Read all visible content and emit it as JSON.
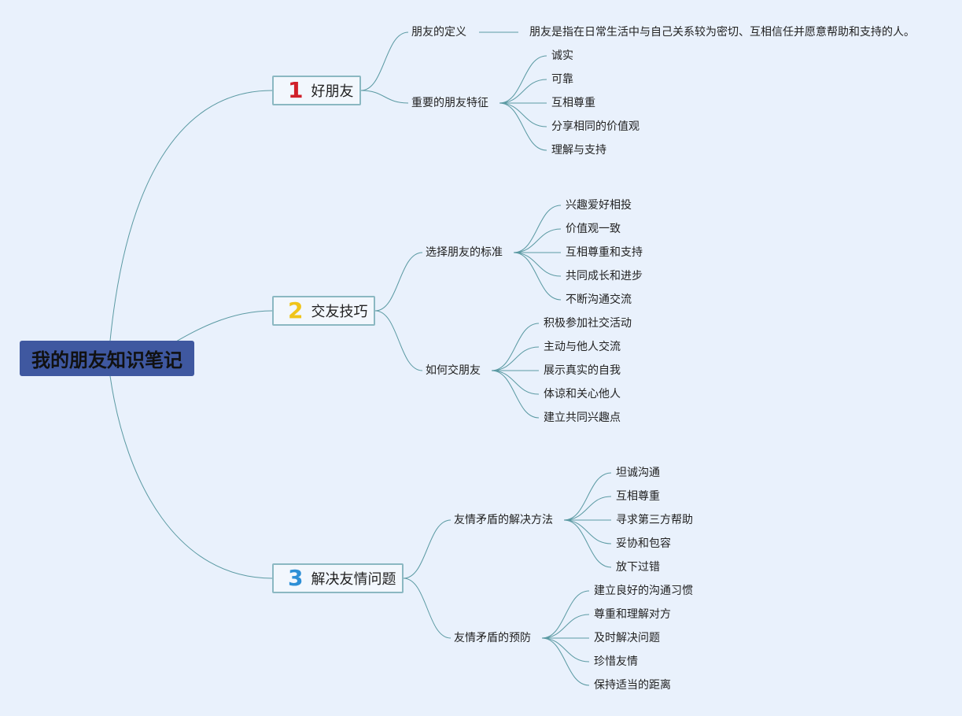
{
  "root": {
    "title": "我的朋友知识笔记"
  },
  "branches": [
    {
      "number": "1",
      "label": "好朋友",
      "topics": [
        {
          "label": "朋友的定义",
          "items": [
            "朋友是指在日常生活中与自己关系较为密切、互相信任并愿意帮助和支持的人。"
          ]
        },
        {
          "label": "重要的朋友特征",
          "items": [
            "诚实",
            "可靠",
            "互相尊重",
            "分享相同的价值观",
            "理解与支持"
          ]
        }
      ]
    },
    {
      "number": "2",
      "label": "交友技巧",
      "topics": [
        {
          "label": "选择朋友的标准",
          "items": [
            "兴趣爱好相投",
            "价值观一致",
            "互相尊重和支持",
            "共同成长和进步",
            "不断沟通交流"
          ]
        },
        {
          "label": "如何交朋友",
          "items": [
            "积极参加社交活动",
            "主动与他人交流",
            "展示真实的自我",
            "体谅和关心他人",
            "建立共同兴趣点"
          ]
        }
      ]
    },
    {
      "number": "3",
      "label": "解决友情问题",
      "topics": [
        {
          "label": "友情矛盾的解决方法",
          "items": [
            "坦诚沟通",
            "互相尊重",
            "寻求第三方帮助",
            "妥协和包容",
            "放下过错"
          ]
        },
        {
          "label": "友情矛盾的预防",
          "items": [
            "建立良好的沟通习惯",
            "尊重和理解对方",
            "及时解决问题",
            "珍惜友情",
            "保持适当的距离"
          ]
        }
      ]
    }
  ],
  "colors": {
    "background": "#e9f1fc",
    "root_fill": "#3f58a0",
    "connector": "#5b9aa3",
    "branch_border": "#8bb8c2",
    "number_1": "#d0202a",
    "number_2": "#f0c419",
    "number_3": "#2d8fd6"
  }
}
